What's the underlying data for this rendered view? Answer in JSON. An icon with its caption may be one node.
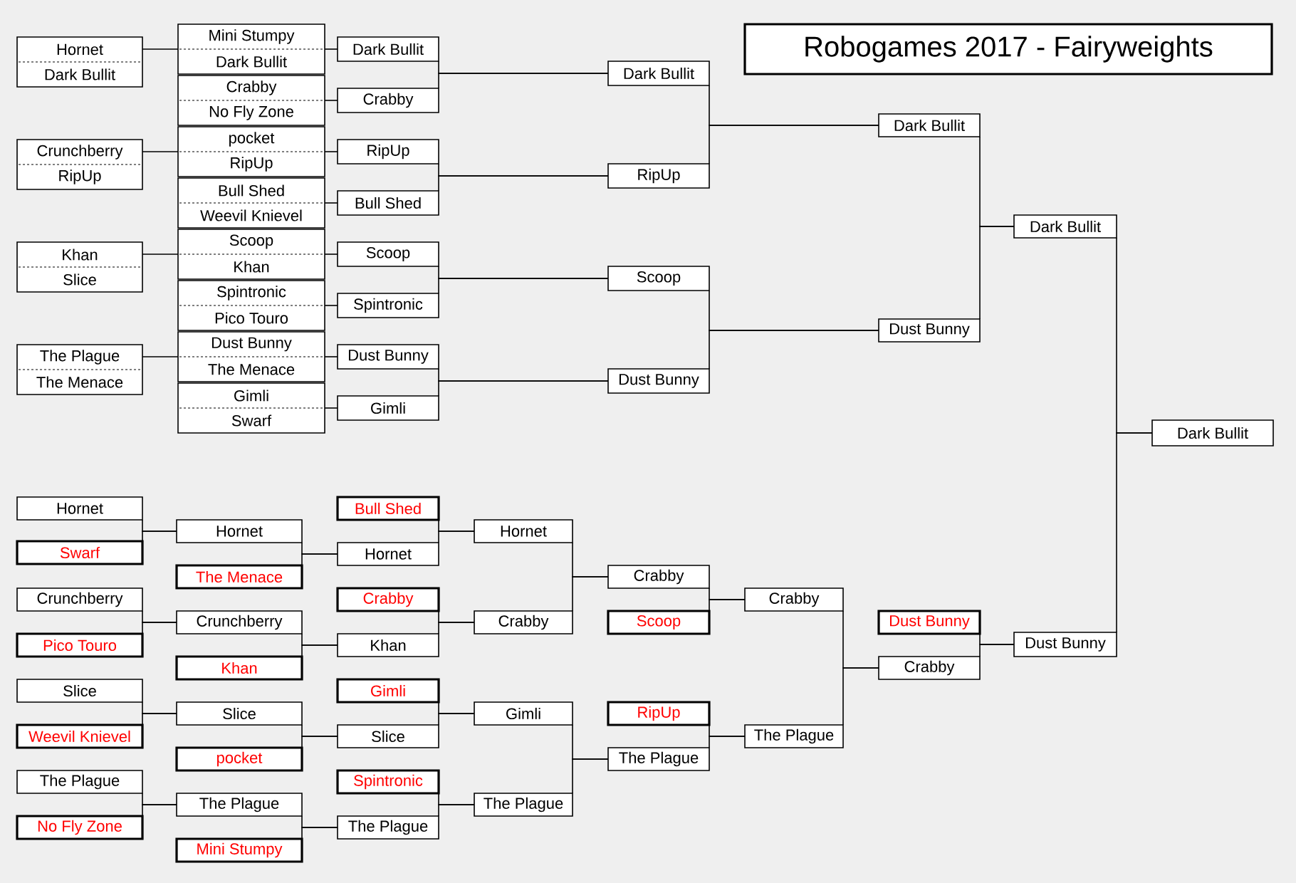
{
  "diagram": {
    "title": "Robogames 2017 - Fairyweights",
    "nodes": [
      {
        "text": [
          "Hornet",
          "Dark Bullit"
        ]
      },
      {
        "text": [
          "Mini Stumpy",
          "Dark Bullit"
        ]
      },
      {
        "text": [
          "Dark Bullit"
        ]
      },
      {
        "text": [
          "Crabby",
          "No Fly Zone"
        ]
      },
      {
        "text": [
          "Crabby"
        ]
      },
      {
        "text": [
          "Dark Bullit"
        ]
      },
      {
        "text": [
          "Crunchberry",
          "RipUp"
        ]
      },
      {
        "text": [
          "pocket",
          "RipUp"
        ]
      },
      {
        "text": [
          "RipUp"
        ]
      },
      {
        "text": [
          "Bull Shed",
          "Weevil Knievel"
        ]
      },
      {
        "text": [
          "Bull Shed"
        ]
      },
      {
        "text": [
          "RipUp"
        ]
      },
      {
        "text": [
          "Dark Bullit"
        ]
      },
      {
        "text": [
          "Dark Bullit"
        ]
      },
      {
        "text": [
          "Khan",
          "Slice"
        ]
      },
      {
        "text": [
          "Scoop",
          "Khan"
        ]
      },
      {
        "text": [
          "Scoop"
        ]
      },
      {
        "text": [
          "Spintronic",
          "Pico Touro"
        ]
      },
      {
        "text": [
          "Spintronic"
        ]
      },
      {
        "text": [
          "Scoop"
        ]
      },
      {
        "text": [
          "Dust Bunny"
        ]
      },
      {
        "text": [
          "The Plague",
          "The Menace"
        ]
      },
      {
        "text": [
          "Dust Bunny",
          "The Menace"
        ]
      },
      {
        "text": [
          "Dust Bunny"
        ]
      },
      {
        "text": [
          "Gimli",
          "Swarf"
        ]
      },
      {
        "text": [
          "Gimli"
        ]
      },
      {
        "text": [
          "Dust Bunny"
        ]
      },
      {
        "text": [
          "Dark Bullit"
        ]
      },
      {
        "text": [
          "Hornet"
        ]
      },
      {
        "text": [
          "Bull Shed"
        ]
      },
      {
        "text": [
          "Hornet"
        ]
      },
      {
        "text": [
          "Hornet"
        ]
      },
      {
        "text": [
          "Swarf"
        ]
      },
      {
        "text": [
          "Hornet"
        ]
      },
      {
        "text": [
          "The Menace"
        ]
      },
      {
        "text": [
          "Crabby"
        ]
      },
      {
        "text": [
          "Crunchberry"
        ]
      },
      {
        "text": [
          "Crabby"
        ]
      },
      {
        "text": [
          "Crabby"
        ]
      },
      {
        "text": [
          "Crunchberry"
        ]
      },
      {
        "text": [
          "Crabby"
        ]
      },
      {
        "text": [
          "Scoop"
        ]
      },
      {
        "text": [
          "Dust Bunny"
        ]
      },
      {
        "text": [
          "Pico Touro"
        ]
      },
      {
        "text": [
          "Khan"
        ]
      },
      {
        "text": [
          "Dust Bunny"
        ]
      },
      {
        "text": [
          "Crabby"
        ]
      },
      {
        "text": [
          "Khan"
        ]
      },
      {
        "text": [
          "Slice"
        ]
      },
      {
        "text": [
          "Gimli"
        ]
      },
      {
        "text": [
          "Slice"
        ]
      },
      {
        "text": [
          "Gimli"
        ]
      },
      {
        "text": [
          "RipUp"
        ]
      },
      {
        "text": [
          "Weevil Knievel"
        ]
      },
      {
        "text": [
          "Slice"
        ]
      },
      {
        "text": [
          "The Plague"
        ]
      },
      {
        "text": [
          "pocket"
        ]
      },
      {
        "text": [
          "The Plague"
        ]
      },
      {
        "text": [
          "The Plague"
        ]
      },
      {
        "text": [
          "Spintronic"
        ]
      },
      {
        "text": [
          "The Plague"
        ]
      },
      {
        "text": [
          "The Plague"
        ]
      },
      {
        "text": [
          "No Fly Zone"
        ]
      },
      {
        "text": [
          "The Plague"
        ]
      },
      {
        "text": [
          "Mini Stumpy"
        ]
      }
    ],
    "edges": [
      {
        "from": 0,
        "to": 1,
        "arrow": "none"
      },
      {
        "from": 1,
        "to": 2,
        "arrow": "none"
      },
      {
        "from": 3,
        "to": 4,
        "arrow": "none"
      },
      {
        "from": 2,
        "to": 5,
        "arrow": "none"
      },
      {
        "from": 4,
        "to": 5,
        "arrow": "none"
      },
      {
        "from": 6,
        "to": 7,
        "arrow": "none"
      },
      {
        "from": 7,
        "to": 8,
        "arrow": "none"
      },
      {
        "from": 9,
        "to": 10,
        "arrow": "none"
      },
      {
        "from": 8,
        "to": 11,
        "arrow": "none"
      },
      {
        "from": 10,
        "to": 11,
        "arrow": "none"
      },
      {
        "from": 5,
        "to": 12,
        "arrow": "none"
      },
      {
        "from": 11,
        "to": 12,
        "arrow": "none"
      },
      {
        "from": 12,
        "to": 13,
        "arrow": "none"
      },
      {
        "from": 14,
        "to": 15,
        "arrow": "none"
      },
      {
        "from": 15,
        "to": 16,
        "arrow": "none"
      },
      {
        "from": 17,
        "to": 18,
        "arrow": "none"
      },
      {
        "from": 16,
        "to": 19,
        "arrow": "none"
      },
      {
        "from": 18,
        "to": 19,
        "arrow": "none"
      },
      {
        "from": 21,
        "to": 22,
        "arrow": "none"
      },
      {
        "from": 22,
        "to": 23,
        "arrow": "none"
      },
      {
        "from": 24,
        "to": 25,
        "arrow": "none"
      },
      {
        "from": 23,
        "to": 26,
        "arrow": "none"
      },
      {
        "from": 25,
        "to": 26,
        "arrow": "none"
      },
      {
        "from": 19,
        "to": 20,
        "arrow": "none"
      },
      {
        "from": 26,
        "to": 20,
        "arrow": "none"
      },
      {
        "from": 20,
        "to": 13,
        "arrow": "none"
      },
      {
        "from": 13,
        "to": 27,
        "arrow": "none"
      },
      {
        "from": 45,
        "to": 27,
        "arrow": "none"
      },
      {
        "from": 28,
        "to": 30,
        "arrow": "none"
      },
      {
        "from": 32,
        "to": 30,
        "arrow": "none"
      },
      {
        "from": 30,
        "to": 33,
        "arrow": "none"
      },
      {
        "from": 34,
        "to": 33,
        "arrow": "none"
      },
      {
        "from": 36,
        "to": 39,
        "arrow": "none"
      },
      {
        "from": 43,
        "to": 39,
        "arrow": "none"
      },
      {
        "from": 39,
        "to": 44,
        "arrow": "none"
      },
      {
        "from": 47,
        "to": 44,
        "arrow": "none"
      },
      {
        "from": 48,
        "to": 50,
        "arrow": "none"
      },
      {
        "from": 53,
        "to": 50,
        "arrow": "none"
      },
      {
        "from": 50,
        "to": 54,
        "arrow": "none"
      },
      {
        "from": 56,
        "to": 54,
        "arrow": "none"
      },
      {
        "from": 58,
        "to": 60,
        "arrow": "none"
      },
      {
        "from": 62,
        "to": 60,
        "arrow": "none"
      },
      {
        "from": 60,
        "to": 63,
        "arrow": "none"
      },
      {
        "from": 64,
        "to": 63,
        "arrow": "none"
      },
      {
        "from": 29,
        "to": 31,
        "arrow": "none"
      },
      {
        "from": 33,
        "to": 31,
        "arrow": "none"
      },
      {
        "from": 37,
        "to": 40,
        "arrow": "none"
      },
      {
        "from": 44,
        "to": 40,
        "arrow": "none"
      },
      {
        "from": 49,
        "to": 51,
        "arrow": "none"
      },
      {
        "from": 54,
        "to": 51,
        "arrow": "none"
      },
      {
        "from": 59,
        "to": 61,
        "arrow": "none"
      },
      {
        "from": 63,
        "to": 61,
        "arrow": "none"
      },
      {
        "from": 31,
        "to": 35,
        "arrow": "none"
      },
      {
        "from": 40,
        "to": 35,
        "arrow": "none"
      },
      {
        "from": 51,
        "to": 57,
        "arrow": "none"
      },
      {
        "from": 61,
        "to": 57,
        "arrow": "none"
      },
      {
        "from": 35,
        "to": 38,
        "arrow": "none"
      },
      {
        "from": 41,
        "to": 38,
        "arrow": "none"
      },
      {
        "from": 52,
        "to": 55,
        "arrow": "none"
      },
      {
        "from": 57,
        "to": 55,
        "arrow": "none"
      },
      {
        "from": 38,
        "to": 46,
        "arrow": "none"
      },
      {
        "from": 55,
        "to": 46,
        "arrow": "none"
      },
      {
        "from": 42,
        "to": 45,
        "arrow": "none"
      },
      {
        "from": 46,
        "to": 45,
        "arrow": "none"
      }
    ]
  }
}
